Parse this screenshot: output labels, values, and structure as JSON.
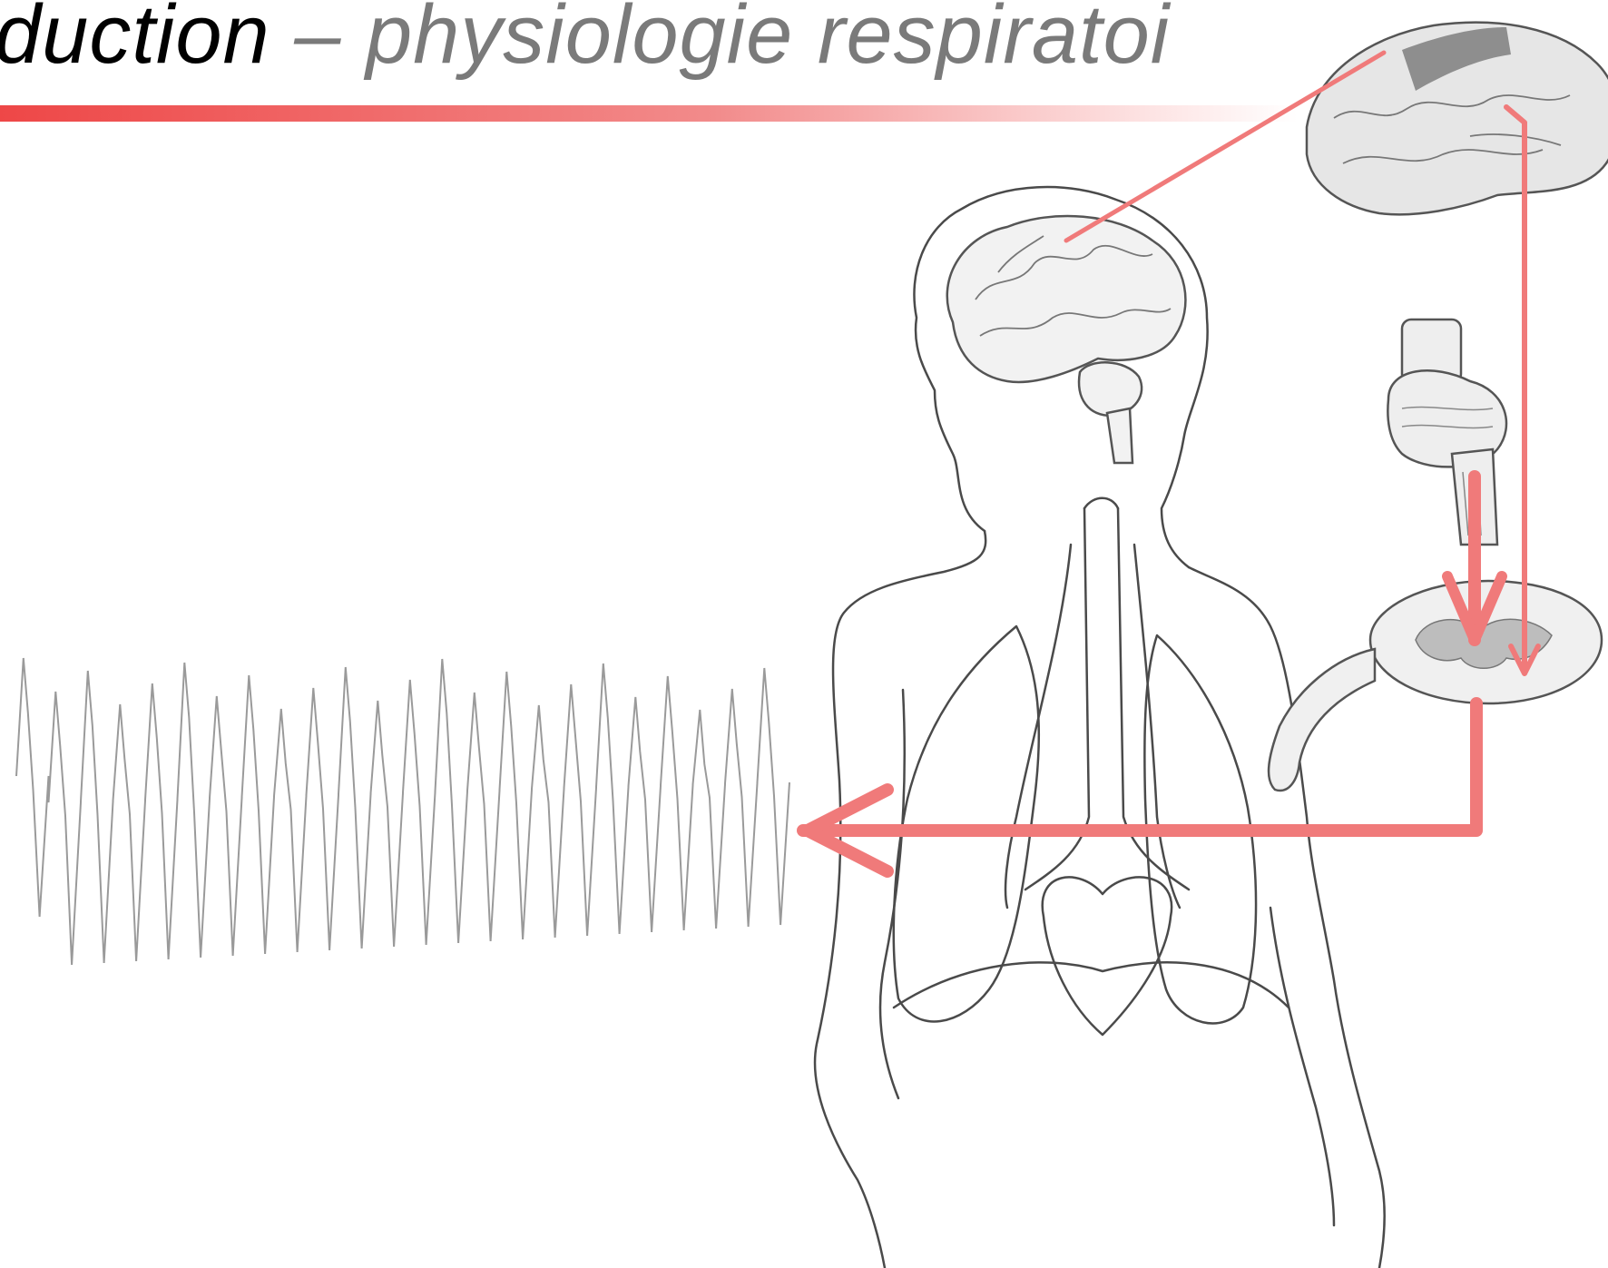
{
  "title": {
    "main": "duction",
    "separator": " – ",
    "subtitle": "physiologie respiratoi"
  },
  "colors": {
    "accent": "#ee4747",
    "arrow": "#f07a7a",
    "subtitle_gray": "#7a7a7a",
    "line_art": "#4a4a4a",
    "tracing": "#9a9a9a"
  },
  "elements": {
    "signal": "respiratory-waveform-tracing",
    "body": "human-torso-outline-with-brain-airway-lungs",
    "brain_inset": "cortex-medial-view",
    "brainstem_inset": "brainstem",
    "spinal_inset": "spinal-cord-cross-section"
  }
}
